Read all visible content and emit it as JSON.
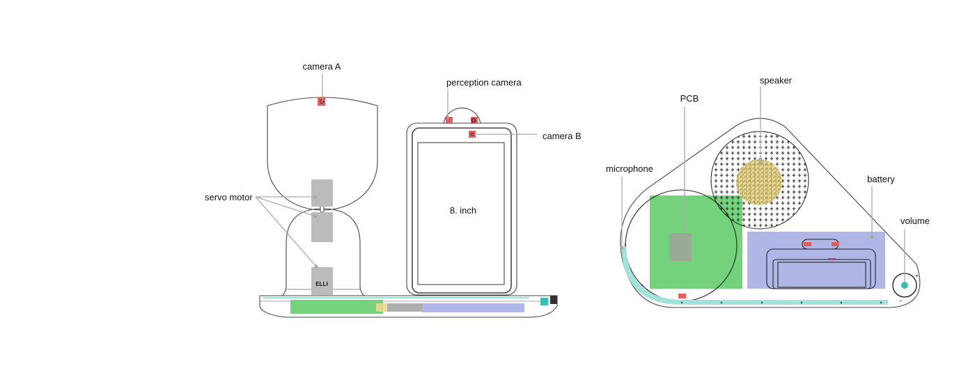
{
  "left_figure": {
    "labels": {
      "camera_a": "camera A",
      "perception_camera": "perception camera",
      "camera_b": "camera B",
      "servo_motor": "servo motor",
      "screen_size": "8. inch",
      "brand": "ELLI"
    }
  },
  "right_figure": {
    "labels": {
      "speaker": "speaker",
      "pcb": "PCB",
      "microphone": "microphone",
      "battery": "battery",
      "volume": "volume"
    }
  },
  "colors": {
    "camera": "#e06060",
    "pcb": "#74d27c",
    "battery": "#b0b7e6",
    "led_strip": "#a3e2dc",
    "speaker_coil": "#e8d88a",
    "servo": "#bbbbbb",
    "volume_knob": "#3bbcb4"
  }
}
